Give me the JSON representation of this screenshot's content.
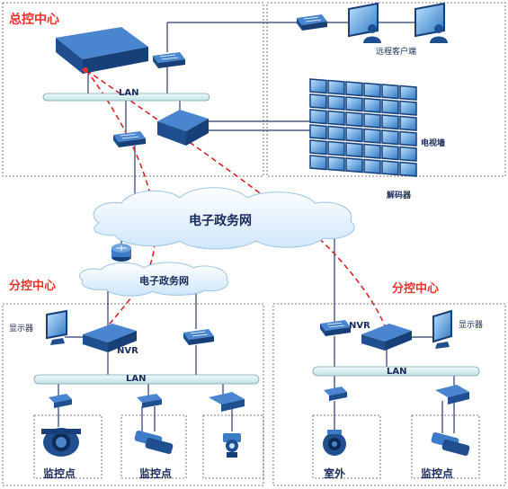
{
  "hq": {
    "title": "总控中心",
    "lan": "LAN",
    "remote_client": "远程客户端",
    "tv_wall": "电视墙",
    "decoder": "解码器"
  },
  "network": {
    "egov_main": "电子政务网",
    "egov_branch": "电子政务网"
  },
  "branch_left": {
    "title": "分控中心",
    "display": "显示器",
    "nvr": "NVR",
    "lan": "LAN",
    "points": [
      "监控点",
      "监控点"
    ]
  },
  "branch_right": {
    "title": "分控中心",
    "display": "显示器",
    "nvr": "NVR",
    "lan": "LAN",
    "outdoor": "室外",
    "point": "监控点"
  },
  "colors": {
    "device": "#1f4f8f",
    "device_light": "#3b7bc8",
    "lan_bar": "#d8eef0",
    "cloud": "#e6f2fc",
    "red_link": "#d0262a",
    "title_red": "#e8322c"
  },
  "icons": {
    "server": "server-icon",
    "switch": "switch-icon",
    "monitor": "monitor-icon",
    "router": "router-icon",
    "camera": "camera-icon"
  }
}
